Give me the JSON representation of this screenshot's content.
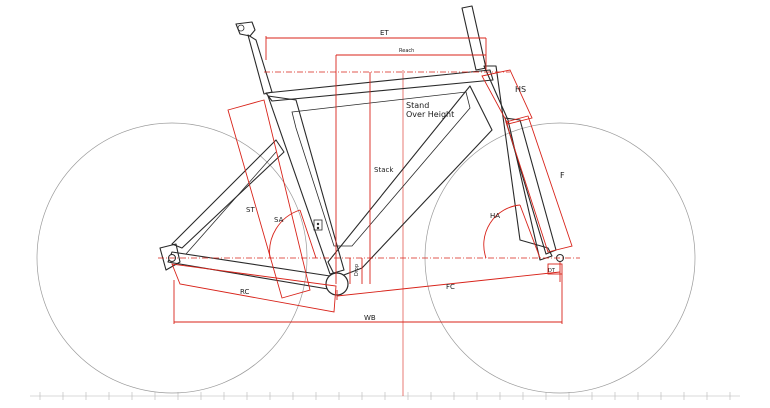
{
  "diagram": {
    "labels": {
      "et": "ET",
      "reach": "Reach",
      "hs": "HS",
      "stand_line1": "Stand",
      "stand_line2": "Over Height",
      "stack": "Stack",
      "st": "ST",
      "sa": "SA",
      "ha": "HA",
      "f": "F",
      "rc": "RC",
      "fc": "FC",
      "wb": "WB",
      "dt": "DT",
      "drop": "Drop"
    },
    "colors": {
      "dimension": "#d8231a",
      "frame": "#2a2a2a",
      "wheel": "#9a9a9a"
    }
  }
}
